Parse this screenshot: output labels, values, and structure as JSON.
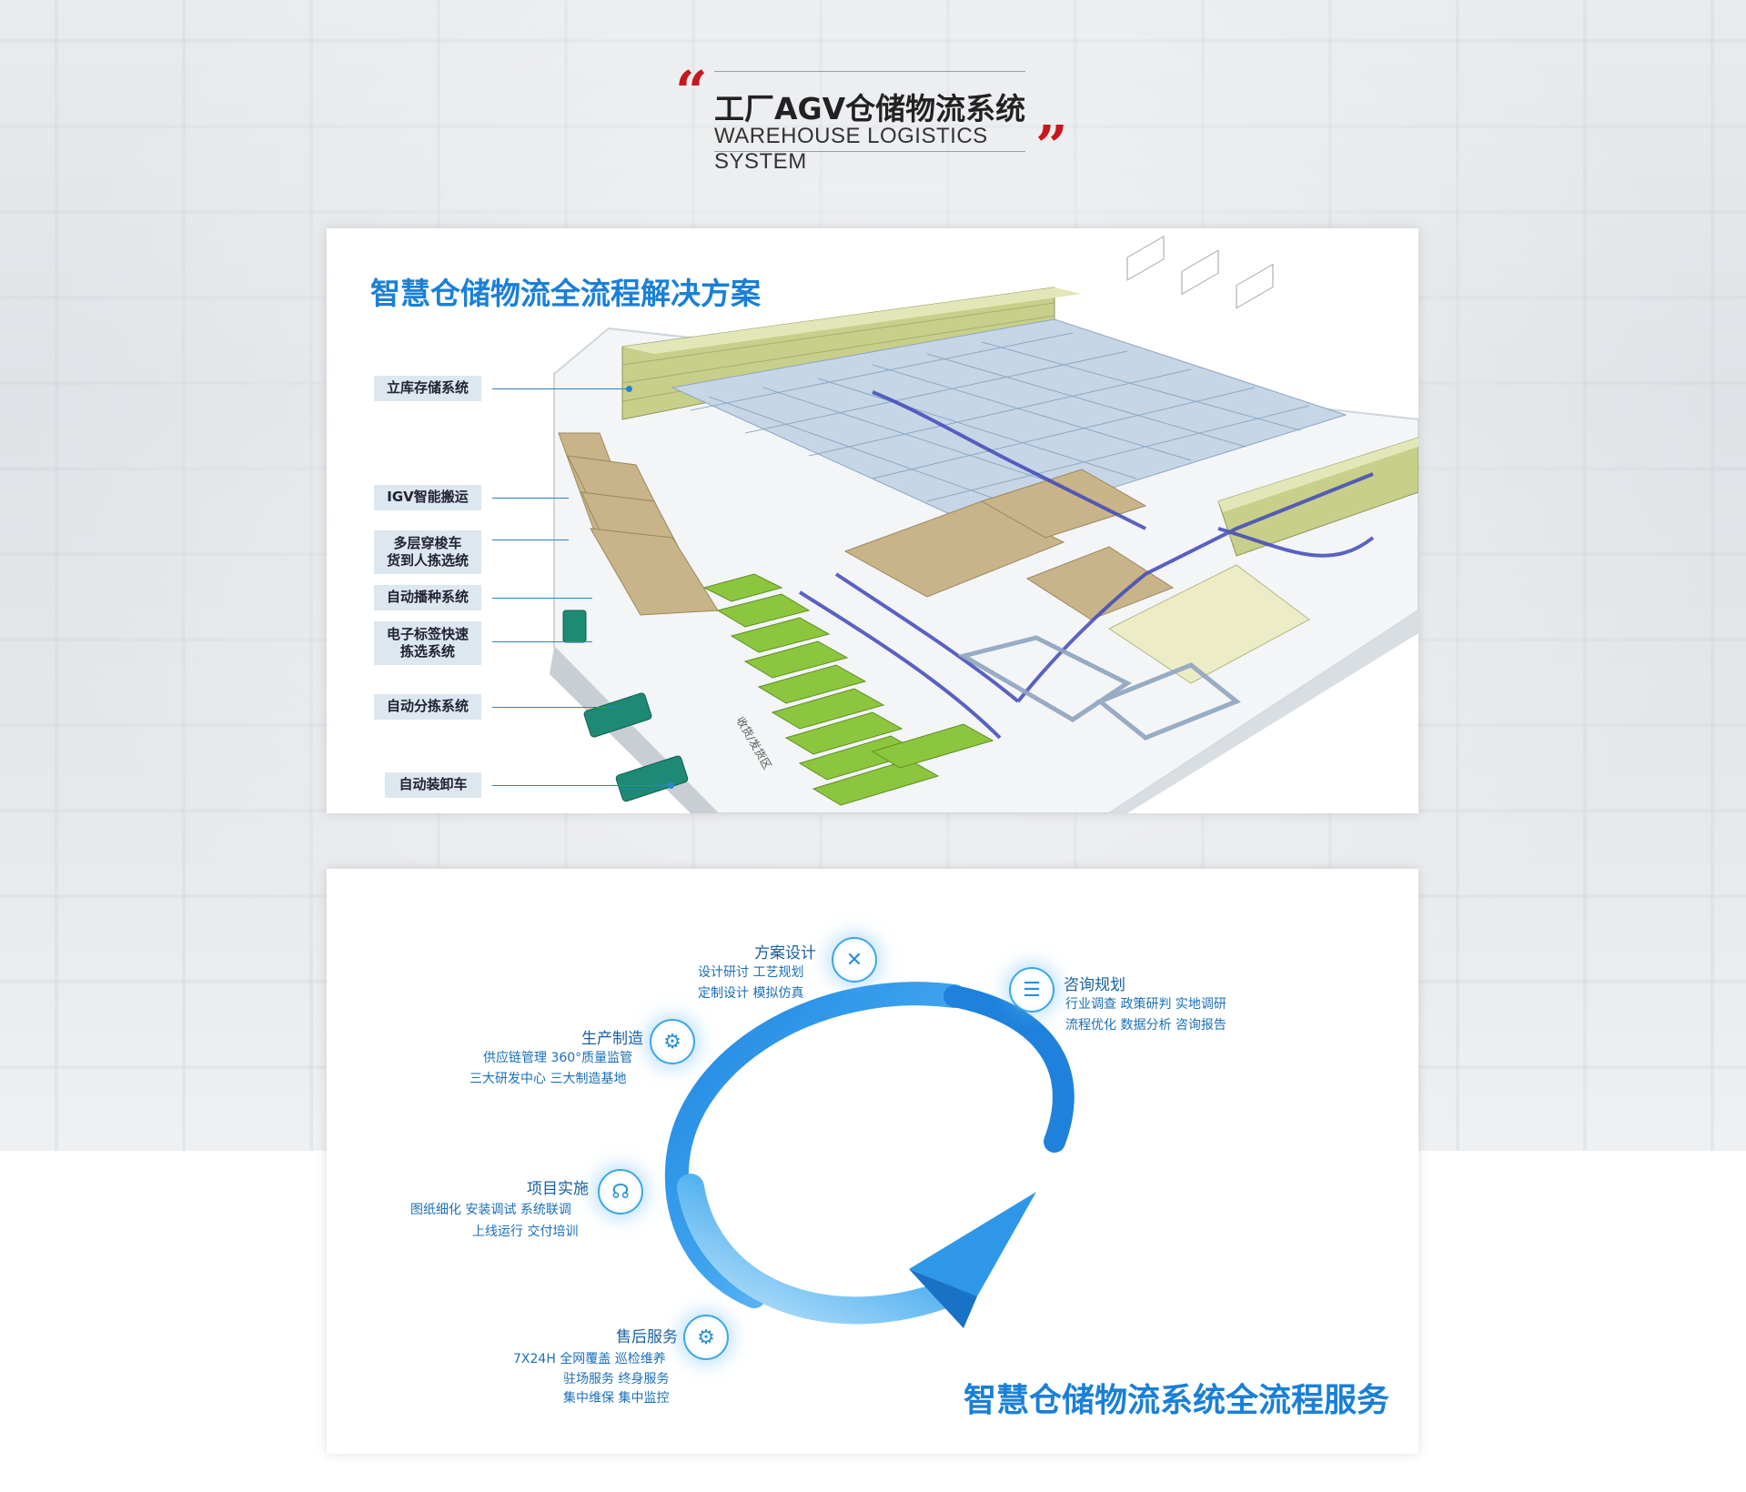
{
  "header": {
    "open_quote": "“",
    "close_quote": "”",
    "title": "工厂AGV仓储物流系统",
    "subtitle": "WAREHOUSE LOGISTICS SYSTEM"
  },
  "panel1": {
    "title": "智慧仓储物流全流程解决方案",
    "scene_label": "收货/发货区",
    "labels": [
      {
        "text": "立库存储系统"
      },
      {
        "text": "IGV智能搬运"
      },
      {
        "line1": "多层穿梭车",
        "line2": "货到人拣选统"
      },
      {
        "text": "自动播种系统"
      },
      {
        "line1": "电子标签快速",
        "line2": "拣选系统"
      },
      {
        "text": "自动分拣系统"
      },
      {
        "text": "自动装卸车"
      }
    ]
  },
  "panel2": {
    "bottom_title": "智慧仓储物流系统全流程服务",
    "nodes": {
      "design": {
        "title": "方案设计",
        "lines": [
          "设计研讨  工艺规划",
          "定制设计  模拟仿真"
        ],
        "icon": "tools-icon"
      },
      "consult": {
        "title": "咨询规划",
        "lines": [
          "行业调查  政策研判  实地调研",
          "流程优化  数据分析  咨询报告"
        ],
        "icon": "document-icon"
      },
      "manufacture": {
        "title": "生产制造",
        "lines": [
          "供应链管理  360°质量监管",
          "三大研发中心  三大制造基地"
        ],
        "icon": "robot-arm-icon"
      },
      "implement": {
        "title": "项目实施",
        "lines": [
          "图纸细化  安装调试  系统联调",
          "上线运行  交付培训"
        ],
        "icon": "headset-icon"
      },
      "aftersale": {
        "title": "售后服务",
        "lines": [
          "7X24H  全网覆盖  巡检维养",
          "驻场服务  终身服务",
          "集中维保  集中监控"
        ],
        "icon": "gear-icon"
      }
    }
  },
  "colors": {
    "accent_red": "#c8161d",
    "accent_blue": "#1b7fd6",
    "label_bg": "#dde7ef"
  }
}
